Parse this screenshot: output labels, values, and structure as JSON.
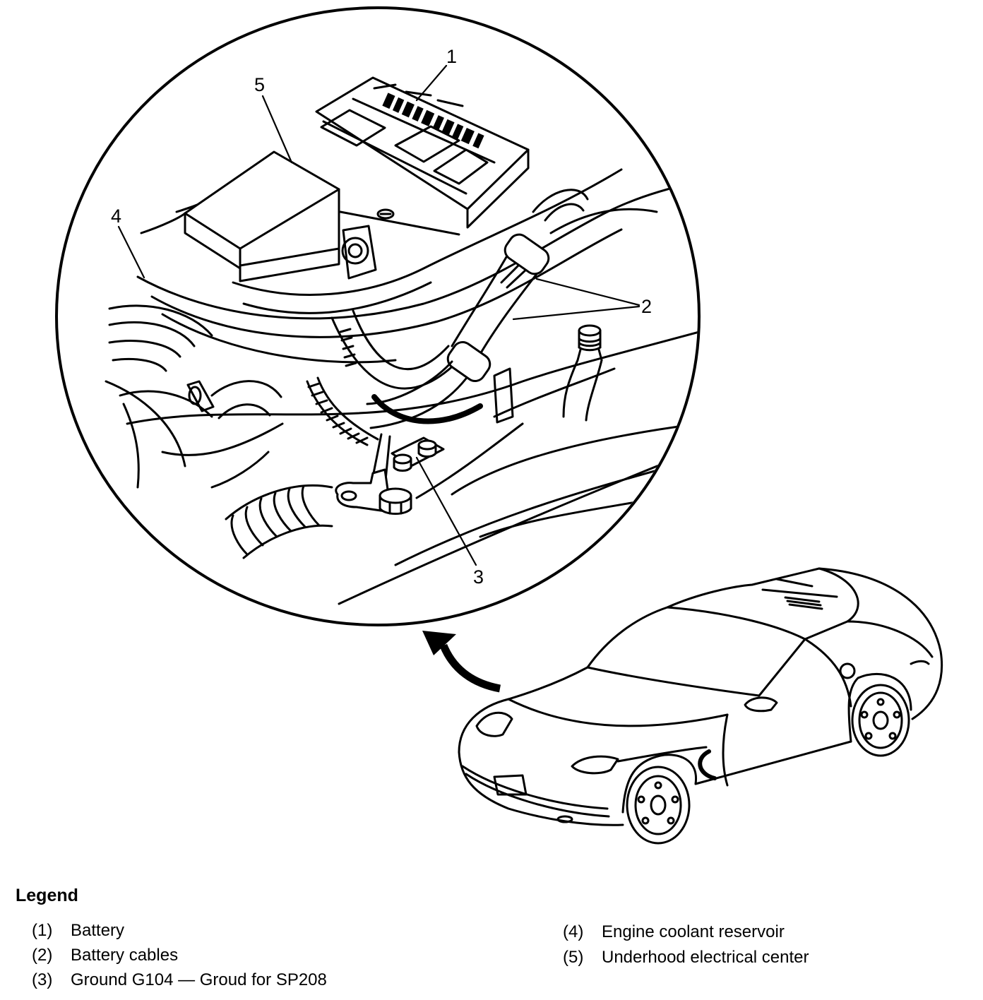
{
  "callouts": [
    "1",
    "2",
    "3",
    "4",
    "5"
  ],
  "legend": {
    "title": "Legend",
    "items": [
      {
        "num": "(1)",
        "text": "Battery"
      },
      {
        "num": "(2)",
        "text": "Battery cables"
      },
      {
        "num": "(3)",
        "text": "Ground G104 — Groud for SP208"
      },
      {
        "num": "(4)",
        "text": "Engine coolant reservoir"
      },
      {
        "num": "(5)",
        "text": "Underhood electrical center"
      }
    ]
  },
  "colors": {
    "ink": "#000000",
    "background": "#ffffff"
  }
}
